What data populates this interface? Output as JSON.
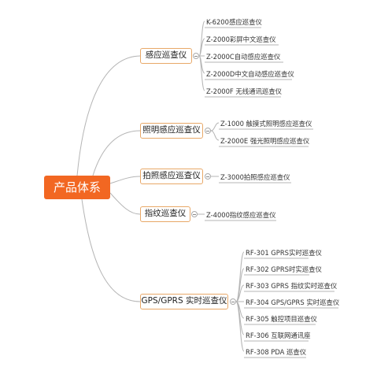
{
  "root": "产品体系",
  "categories": [
    {
      "label": "感应巡查仪",
      "items": [
        "K-6200感应巡查仪",
        "Z-2000彩屏中文巡查仪",
        "Z-2000C自动感应巡查仪",
        "Z-2000D中文自动感应巡查仪",
        "Z-2000F 无线通讯巡查仪"
      ]
    },
    {
      "label": "照明感应巡查仪",
      "items": [
        "Z-1000 触摸式照明感应巡查仪",
        "Z-2000E 强光照明感应巡查仪"
      ]
    },
    {
      "label": "拍照感应巡查仪",
      "items": [
        "Z-3000拍照感应巡查仪"
      ]
    },
    {
      "label": "指纹巡查仪",
      "items": [
        "Z-4000指纹感应巡查仪"
      ]
    },
    {
      "label": "GPS/GPRS 实时巡查仪",
      "items": [
        "RF-301 GPRS实时巡查仪",
        "RF-302 GPRS时实巡查仪",
        "RF-303 GPRS 指纹实时巡查仪",
        "RF-304 GPS/GPRS 实时巡查仪",
        "RF-305 触控项目巡查仪",
        "RF-306 互联网通讯座",
        "RF-308 PDA 巡查仪"
      ]
    }
  ]
}
